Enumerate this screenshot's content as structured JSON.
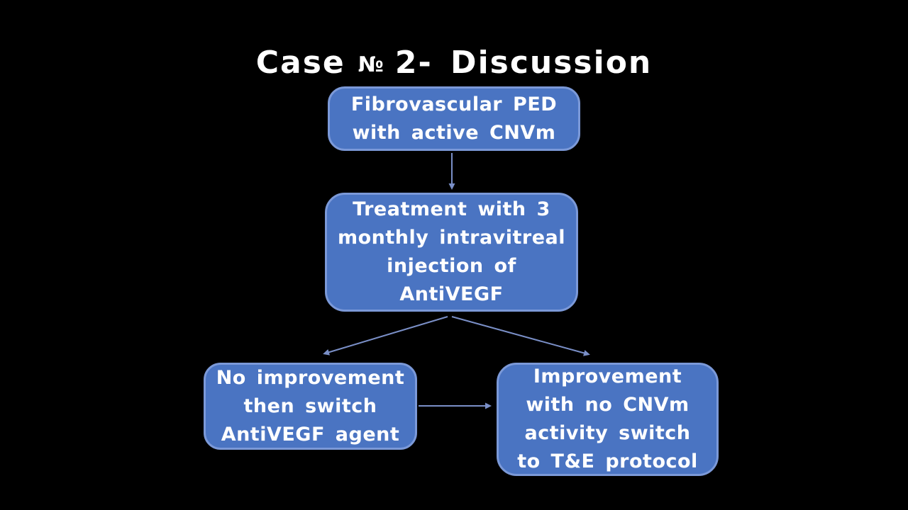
{
  "palette": {
    "background": "#000000",
    "box_fill": "#4a74c2",
    "box_border": "#7b99d8",
    "box_text": "#ffffff",
    "arrow": "#7a8fc7",
    "title_text": "#ffffff"
  },
  "title": {
    "part1": "Case",
    "numero": "№",
    "part2": "2- Discussion"
  },
  "flowchart": {
    "boxes": [
      {
        "id": "fibrovascular-ped",
        "lines": [
          "Fibrovascular PED",
          "with active CNVm"
        ]
      },
      {
        "id": "treatment",
        "lines": [
          "Treatment with 3",
          "monthly intravitreal",
          "injection of",
          "AntiVEGF"
        ]
      },
      {
        "id": "no-improvement",
        "lines": [
          "No improvement",
          "then switch",
          "AntiVEGF agent"
        ]
      },
      {
        "id": "improvement",
        "lines": [
          "Improvement",
          "with no CNVm",
          "activity switch",
          "to T&E protocol"
        ]
      }
    ],
    "connectors": [
      {
        "name": "arrow-fibrovascular-to-treatment",
        "from": "fibrovascular-ped",
        "to": "treatment",
        "direction": "down"
      },
      {
        "name": "arrow-treatment-to-no-improvement",
        "from": "treatment",
        "to": "no-improvement",
        "direction": "down-left"
      },
      {
        "name": "arrow-treatment-to-improvement",
        "from": "treatment",
        "to": "improvement",
        "direction": "down-right"
      },
      {
        "name": "arrow-no-improvement-to-improvement",
        "from": "no-improvement",
        "to": "improvement",
        "direction": "right"
      }
    ]
  }
}
